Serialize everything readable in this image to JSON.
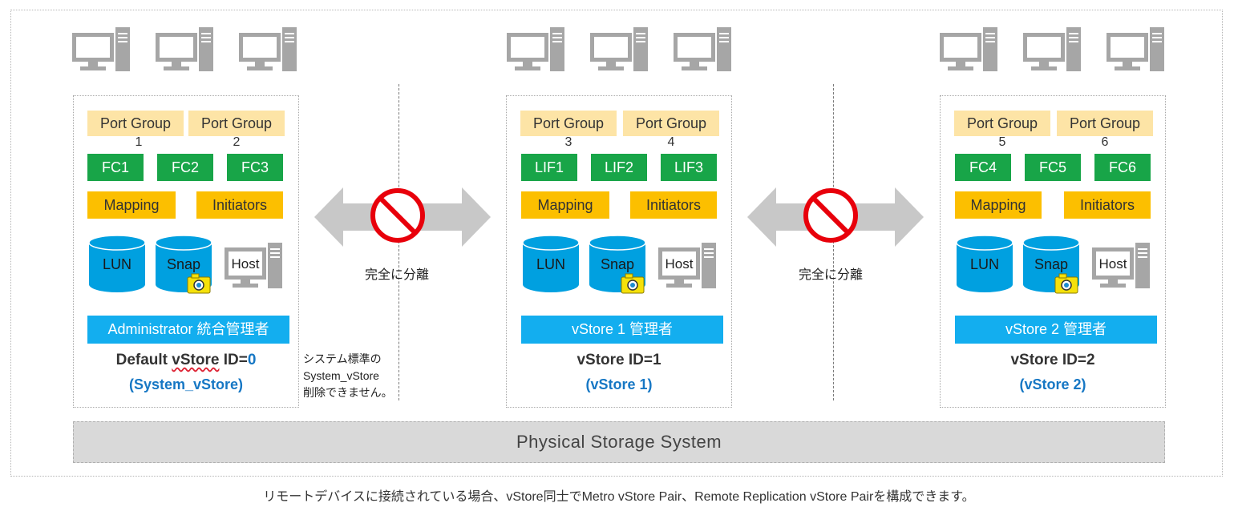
{
  "panels": [
    {
      "port_groups": [
        {
          "label": "Port Group",
          "num": "1"
        },
        {
          "label": "Port Group",
          "num": "2"
        }
      ],
      "ports": [
        "FC1",
        "FC2",
        "FC3"
      ],
      "mapping": "Mapping",
      "initiators": "Initiators",
      "lun": "LUN",
      "snap": "Snap",
      "host": "Host",
      "admin": "Administrator 統合管理者",
      "vstore_id_prefix": "Default ",
      "vstore_id_word": "vStore",
      "vstore_id_eq": " ID=",
      "vstore_id_num": "0",
      "vstore_name": "(System_vStore)"
    },
    {
      "port_groups": [
        {
          "label": "Port Group",
          "num": "3"
        },
        {
          "label": "Port Group",
          "num": "4"
        }
      ],
      "ports": [
        "LIF1",
        "LIF2",
        "LIF3"
      ],
      "mapping": "Mapping",
      "initiators": "Initiators",
      "lun": "LUN",
      "snap": "Snap",
      "host": "Host",
      "admin": "vStore 1 管理者",
      "vstore_id": "vStore ID=1",
      "vstore_name": "(vStore 1)"
    },
    {
      "port_groups": [
        {
          "label": "Port Group",
          "num": "5"
        },
        {
          "label": "Port Group",
          "num": "6"
        }
      ],
      "ports": [
        "FC4",
        "FC5",
        "FC6"
      ],
      "mapping": "Mapping",
      "initiators": "Initiators",
      "lun": "LUN",
      "snap": "Snap",
      "host": "Host",
      "admin": "vStore 2 管理者",
      "vstore_id": "vStore ID=2",
      "vstore_name": "(vStore 2)"
    }
  ],
  "separation_label": "完全に分離",
  "note_lines": [
    "システム標準の",
    "System_vStore",
    "削除できません。"
  ],
  "physical_storage": "Physical Storage System",
  "footer": "リモートデバイスに接続されている場合、vStore同士でMetro vStore Pair、Remote Replication vStore Pairを構成できます。",
  "colors": {
    "port_group_bg": "#fde4a6",
    "port_bg": "#18a548",
    "mapping_bg": "#fcbf00",
    "admin_bg": "#13aeef",
    "cylinder": "#00a0e0",
    "vstore_name": "#1677c4",
    "arrow": "#c8c8c8",
    "prohibit": "#e8000b",
    "camera": "#f5e10a"
  }
}
